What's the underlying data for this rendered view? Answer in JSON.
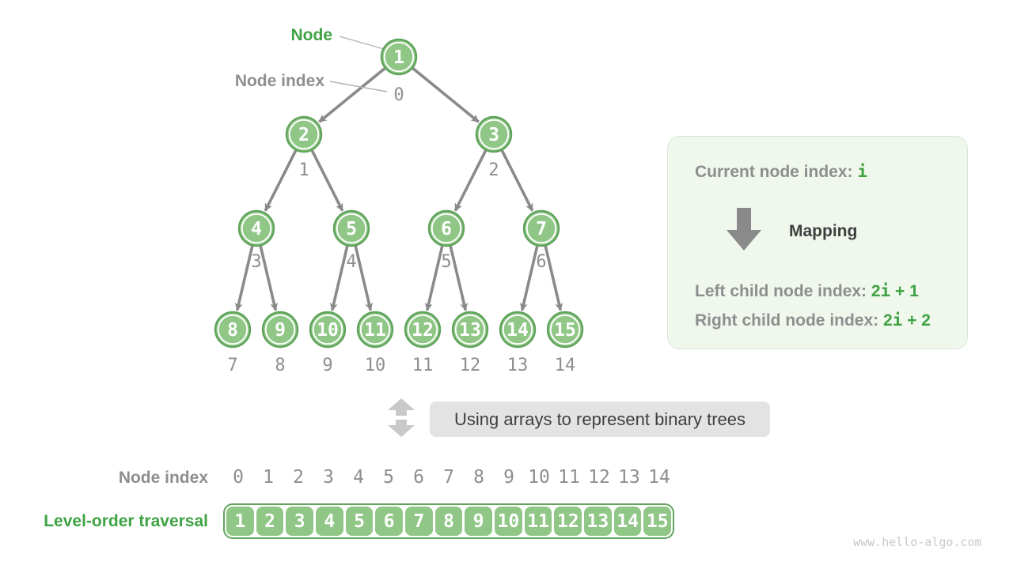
{
  "diagram": {
    "node_label": "Node",
    "node_index_label": "Node index"
  },
  "tree": {
    "values": [
      1,
      2,
      3,
      4,
      5,
      6,
      7,
      8,
      9,
      10,
      11,
      12,
      13,
      14,
      15
    ],
    "indices": [
      0,
      1,
      2,
      3,
      4,
      5,
      6,
      7,
      8,
      9,
      10,
      11,
      12,
      13,
      14
    ]
  },
  "info_box": {
    "current_label": "Current node index: ",
    "current_value": "i",
    "mapping_label": "Mapping",
    "left_label": "Left child node index: ",
    "left_formula": "2i + 1",
    "right_label": "Right child node index: ",
    "right_formula": "2i + 2"
  },
  "caption": "Using arrays to represent binary trees",
  "array_section": {
    "index_label": "Node index",
    "traversal_label": "Level-order traversal",
    "indices": [
      0,
      1,
      2,
      3,
      4,
      5,
      6,
      7,
      8,
      9,
      10,
      11,
      12,
      13,
      14
    ],
    "values": [
      1,
      2,
      3,
      4,
      5,
      6,
      7,
      8,
      9,
      10,
      11,
      12,
      13,
      14,
      15
    ]
  },
  "watermark": "www.hello-algo.com",
  "colors": {
    "green_fill": "#90C787",
    "green_border": "#60A35C",
    "green_text": "#3FA344",
    "gray_text": "#8E8E8E",
    "dark_text": "#3F3F3F",
    "edge": "#8A8A8A",
    "pointer_line": "#B3B3B3",
    "caption_bg": "#E3E3E3",
    "updown_arrow": "#C9C9C9",
    "info_bg": "#F0F7ED",
    "info_border": "#D6E9D4",
    "watermark": "#C8C8C8"
  }
}
